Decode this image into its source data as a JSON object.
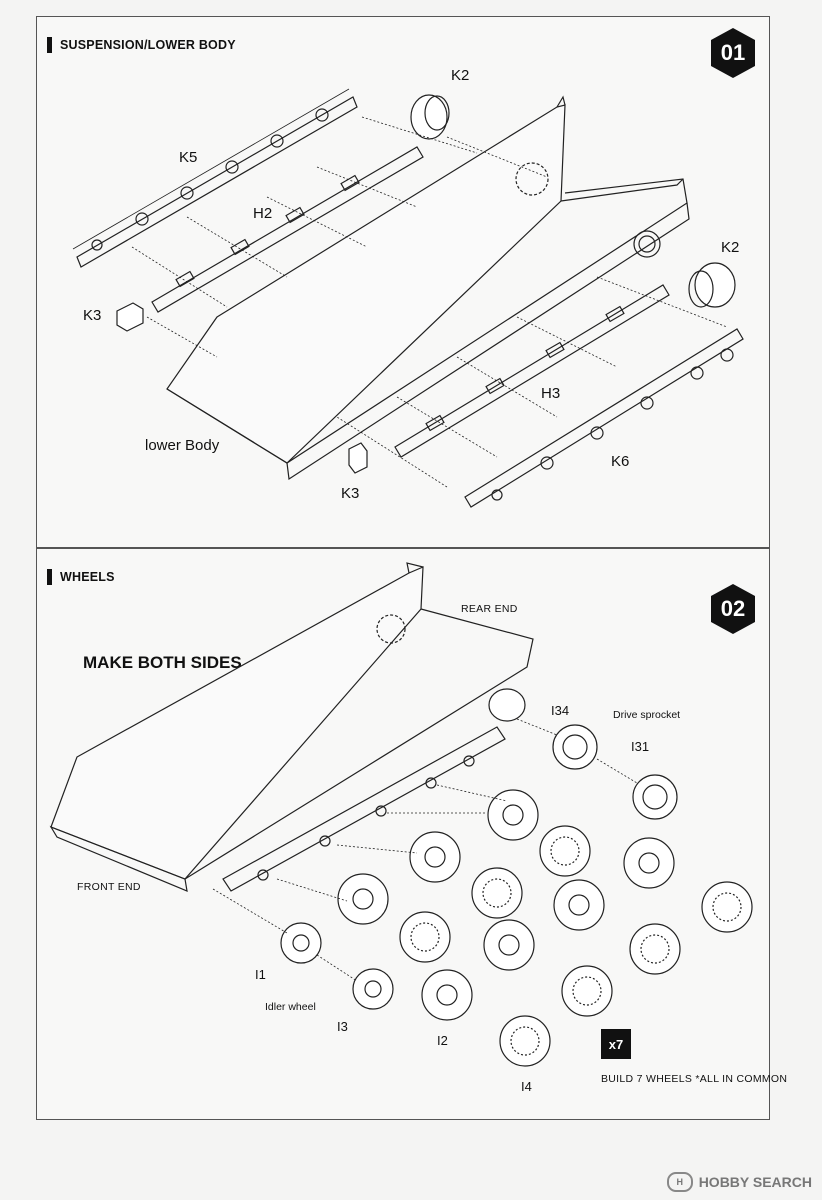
{
  "steps": [
    {
      "number": "01",
      "title": "SUSPENSION/LOWER BODY",
      "labels": {
        "k2_top": "K2",
        "k5": "K5",
        "h2": "H2",
        "k3_left": "K3",
        "k2_right": "K2",
        "h3": "H3",
        "k6": "K6",
        "k3_bottom": "K3",
        "lower_body": "lower Body"
      }
    },
    {
      "number": "02",
      "title": "WHEELS",
      "make_both_sides": "MAKE BOTH SIDES",
      "labels": {
        "rear_end": "REAR END",
        "front_end": "FRONT END",
        "i34": "I34",
        "drive_sprocket": "Drive sprocket",
        "i31": "I31",
        "i1": "I1",
        "idler_wheel": "Idler wheel",
        "i3": "I3",
        "i2": "I2",
        "i4": "I4"
      },
      "multiplier": "x7",
      "build_note": "BUILD 7 WHEELS *ALL IN COMMON"
    }
  ],
  "watermark": {
    "logo": "H",
    "text": "HOBBY SEARCH"
  }
}
